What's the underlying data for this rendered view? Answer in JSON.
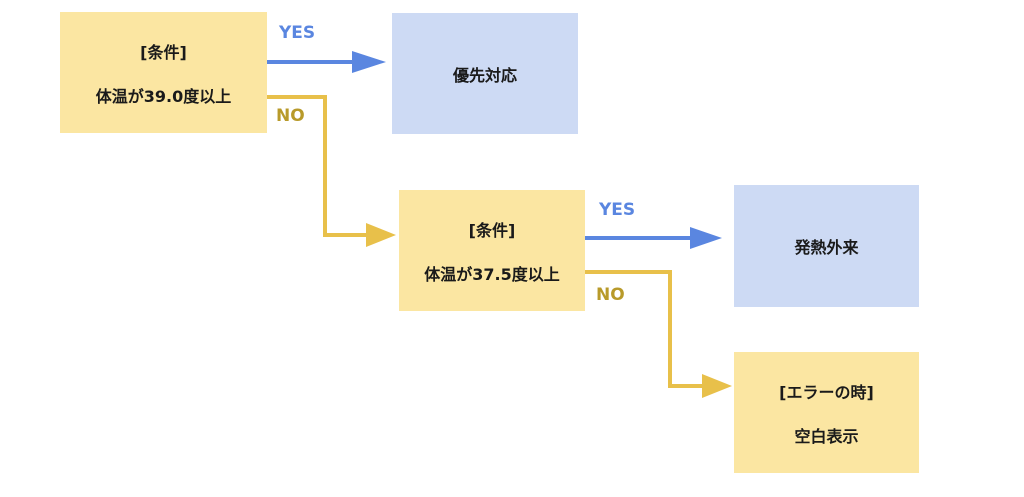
{
  "nodes": {
    "cond1": {
      "title": "[条件]",
      "text": "体温が39.0度以上"
    },
    "result_priority": {
      "text": "優先対応"
    },
    "cond2": {
      "title": "[条件]",
      "text": "体温が37.5度以上"
    },
    "result_fever": {
      "text": "発熱外来"
    },
    "error": {
      "title": "[エラーの時]",
      "text": "空白表示"
    }
  },
  "labels": {
    "yes": "YES",
    "no": "NO"
  },
  "colors": {
    "condition": "#fbe6a2",
    "result": "#cddaf4",
    "yes_arrow": "#5a86e0",
    "no_arrow": "#e8c04a"
  }
}
